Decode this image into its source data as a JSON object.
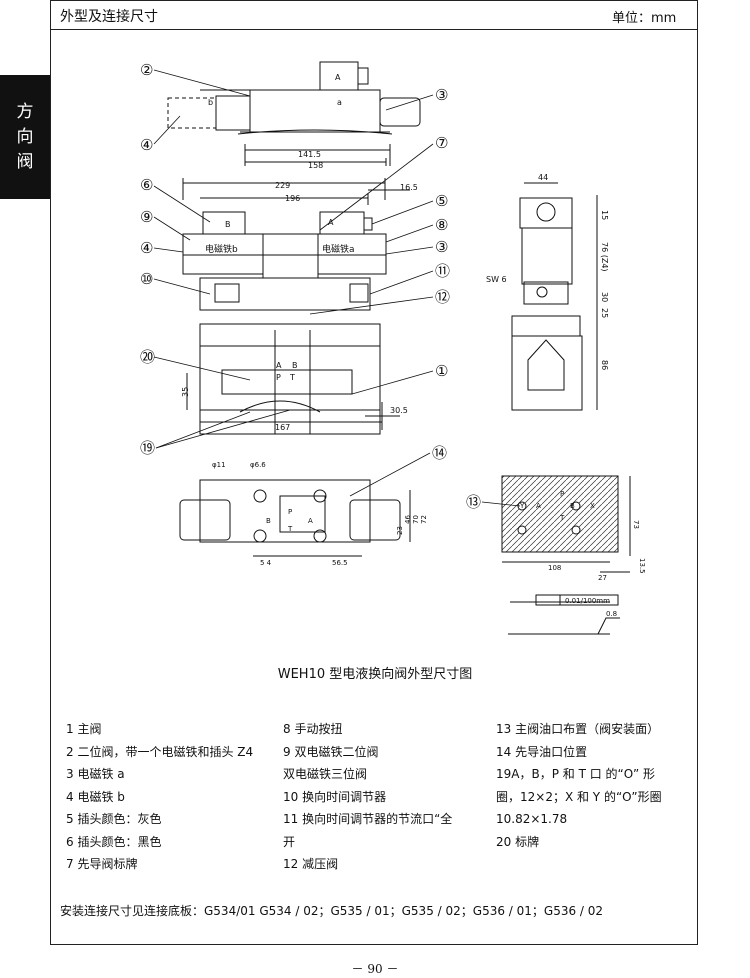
{
  "header": {
    "section_title": "外型及连接尺寸",
    "unit_label": "单位：mm"
  },
  "side_tab": {
    "chars": [
      "方",
      "向",
      "阀"
    ]
  },
  "drawing": {
    "callouts": [
      "②",
      "③",
      "④",
      "⑦",
      "⑥",
      "⑤",
      "⑨",
      "⑧",
      "④",
      "③",
      "⑩",
      "⑪",
      "⑫",
      "⑳",
      "①",
      "⑲",
      "⑭",
      "⑬"
    ],
    "dims": {
      "d141_5": "141.5",
      "d158": "158",
      "d229": "229",
      "d196": "196",
      "d16_5": "16.5",
      "d35": "35",
      "d167": "167",
      "d30_5": "30.5",
      "d44": "44",
      "d15": "15",
      "d76z4": "76 (Z4)",
      "d30": "30",
      "d25": "25",
      "d86": "86",
      "phi11": "φ11",
      "phi6_6": "φ6.6",
      "d23": "23",
      "d46": "46",
      "d70": "70",
      "d72": "72",
      "d54": "5 4",
      "d56_5": "56.5",
      "d108": "108",
      "d27": "27",
      "d13_5": "13.5",
      "d73": "73",
      "flatness": "0.01/100mm",
      "roughness": "0.8"
    },
    "labels": {
      "coil_b": "电磁铁b",
      "coil_a": "电磁铁a",
      "sw6": "SW 6",
      "A": "A",
      "B": "B",
      "a": "a",
      "b": "b",
      "P": "P",
      "T": "T",
      "X": "X",
      "Y": "Y"
    }
  },
  "caption": "WEH10 型电液换向阀外型尺寸图",
  "legend": {
    "col1": [
      "1 主阀",
      "2 二位阀，带一个电磁铁和插头 Z4",
      "3 电磁铁 a",
      "4 电磁铁 b",
      "5 插头颜色：灰色",
      "6 插头颜色：黑色",
      "7 先导阀标牌"
    ],
    "col2": [
      "8 手动按扭",
      "9 双电磁铁二位阀",
      "双电磁铁三位阀",
      "10 换向时间调节器",
      "11 换向时间调节器的节流口“全",
      "开",
      "12 减压阀"
    ],
    "col3": [
      "13 主阀油口布置（阀安装面）",
      "14 先导油口位置",
      "19A，B，P 和 T 口 的“O” 形",
      "圈，12×2；X 和 Y 的“O”形圈",
      "10.82×1.78",
      "20 标牌"
    ]
  },
  "mount_note": "安装连接尺寸见连接底板：G534/01 G534 / 02；G535 / 01；G535 / 02；G536 / 01；G536 / 02",
  "page_number": "－ 90 －"
}
